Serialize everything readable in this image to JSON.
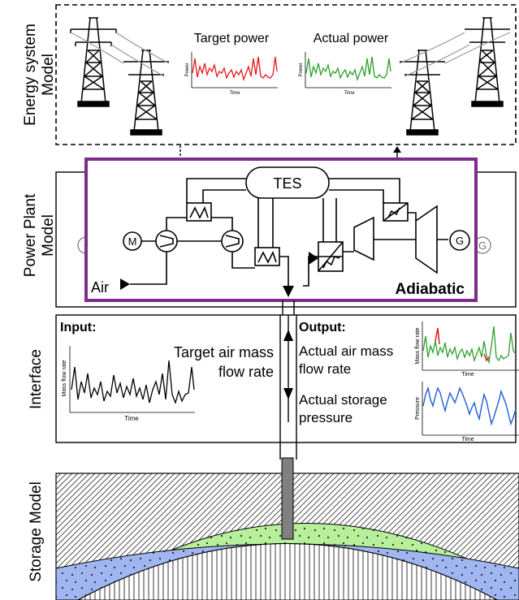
{
  "sections": {
    "energy_system": {
      "label_line1": "Energy system",
      "label_line2": "Model"
    },
    "power_plant": {
      "label_line1": "Power Plant",
      "label_line2": "Model"
    },
    "interface": {
      "label": "Interface"
    },
    "storage": {
      "label": "Storage Model"
    }
  },
  "energy_system": {
    "target_power": {
      "title": "Target power",
      "ylabel": "Power",
      "xlabel": "Time",
      "color": "#e8171b"
    },
    "actual_power": {
      "title": "Actual power",
      "ylabel": "Power",
      "xlabel": "Time",
      "color": "#2ca02c"
    }
  },
  "power_plant": {
    "tes_label": "TES",
    "motor_label": "M",
    "generator_label": "G",
    "air_label": "Air",
    "mode_label": "Adiabatic",
    "highlight_color": "#7b2c8c"
  },
  "interface": {
    "input": {
      "heading": "Input:",
      "text_line1": "Target air mass",
      "text_line2": "flow rate",
      "plot_ylabel": "Mass flow rate",
      "plot_xlabel": "Time"
    },
    "output": {
      "heading": "Output:",
      "text1_line1": "Actual air mass",
      "text1_line2": "flow rate",
      "text2_line1": "Actual storage",
      "text2_line2": "pressure",
      "plot1_ylabel": "Mass flow rate",
      "plot1_xlabel": "Time",
      "plot2_ylabel": "Pressure",
      "plot2_xlabel": "Time",
      "flow_color": "#2ca02c",
      "flow_exceed_color": "#e8171b",
      "pressure_color": "#1f5fd6"
    }
  },
  "storage": {
    "caprock_color": "#ffffff",
    "upper_layer_color": "#b7ef9a",
    "lower_layer_color": "#9fb6f0",
    "well_color": "#808080"
  }
}
